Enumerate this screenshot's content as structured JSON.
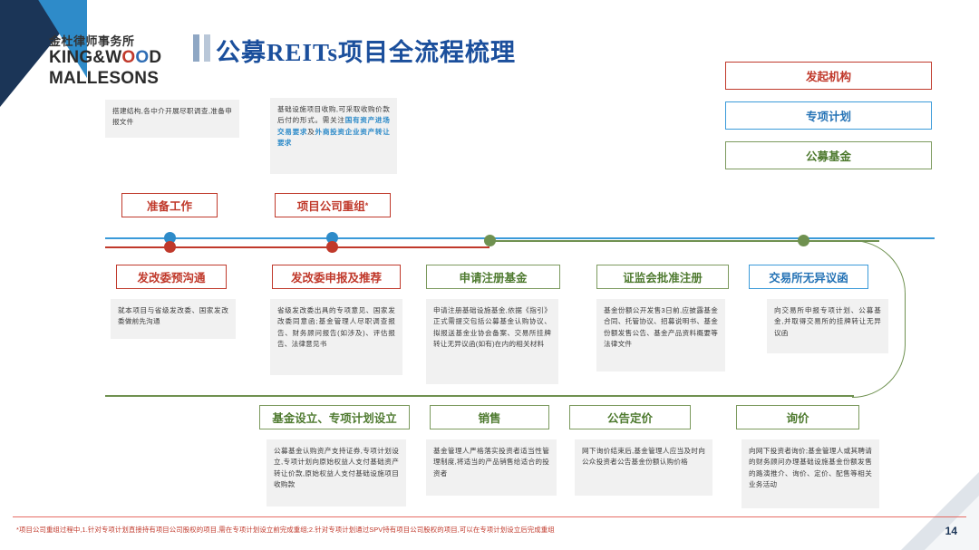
{
  "header": {
    "firm_name_cn": "金杜律师事务所",
    "firm_name_en_1": "KING&W",
    "firm_name_en_o1": "O",
    "firm_name_en_o2": "O",
    "firm_name_en_2": "D",
    "firm_name_en_line2": "MALLESONS",
    "title": "公募REITs项目全流程梳理",
    "title_color": "#1b4f9c"
  },
  "legend": {
    "items": [
      {
        "label": "发起机构",
        "color": "#c0392b",
        "role": "originator"
      },
      {
        "label": "专项计划",
        "color": "#3a9ad9",
        "role": "abs-plan"
      },
      {
        "label": "公募基金",
        "color": "#7c9a5e",
        "role": "public-fund"
      }
    ]
  },
  "top_notes": [
    {
      "name": "preparation-note",
      "text": "搭建结构,各中介开展尽职调查,准备申报文件"
    },
    {
      "name": "restructuring-note",
      "plain_1": "基础设施项目收购,可采取收购价款后付的形式。",
      "plain_2": "需关注",
      "highlight_1": "国有资产进场交易要求",
      "plain_3": "及",
      "highlight_2": "外商投资企业资产转让要求",
      "plain_4": ""
    }
  ],
  "upper_nodes": [
    {
      "label": "准备工作",
      "color": "red"
    },
    {
      "label": "项目公司重组",
      "color": "red",
      "asterisk": "*"
    }
  ],
  "main_stages": [
    {
      "name": "ndrc-pre-communication",
      "label": "发改委预沟通",
      "color": "red",
      "desc": "就本项目与省级发改委、国家发改委做前先沟通"
    },
    {
      "name": "ndrc-filing-recommendation",
      "label": "发改委申报及推荐",
      "color": "red",
      "desc": "省级发改委出具的专项意见、国家发改委同意函;基金管理人尽职调查报告、财务顾问报告(如涉及)、评估报告、法律意见书"
    },
    {
      "name": "fund-registration-application",
      "label": "申请注册基金",
      "color": "green",
      "desc": "申请注册基础设施基金,依据《指引》正式需提交包括公募基金认购协议、拟报送基金业协会备案、交易所挂牌转让无异议函(如有)在内的相关材料"
    },
    {
      "name": "csrc-registration-approval",
      "label": "证监会批准注册",
      "color": "green",
      "desc": "基金份额公开发售3日前,应披露基金合同、托管协议、招募说明书、基金份额发售公告、基金产品资料概要等法律文件"
    },
    {
      "name": "exchange-no-objection-letter",
      "label": "交易所无异议函",
      "color": "blue",
      "desc": "向交易所申报专项计划、公募基金,并取得交易所的挂牌转让无异议函"
    }
  ],
  "bottom_stages": [
    {
      "name": "fund-and-plan-establishment",
      "label": "基金设立、专项计划设立",
      "color": "green",
      "desc": "公募基金认购资产支持证券,专项计划设立,专项计划向原始权益人支付基础资产转让价款,原始权益人支付基础设施项目收购款"
    },
    {
      "name": "sales",
      "label": "销售",
      "color": "green",
      "desc": "基金管理人严格落实投资者适当性管理制度,将适当的产品销售给适合的投资者"
    },
    {
      "name": "price-announcement",
      "label": "公告定价",
      "color": "green",
      "desc": "网下询价结束后,基金管理人应当及时向公众投资者公告基金份额认购价格"
    },
    {
      "name": "book-building",
      "label": "询价",
      "color": "green",
      "desc": "向网下投资者询价;基金管理人或其聘请的财务顾问办理基础设施基金份额发售的路演推介、询价、定价、配售等相关业务活动"
    }
  ],
  "footer": {
    "footnote": "*项目公司重组过程中,1.针对专项计划直接持有项目公司股权的项目,需在专项计划设立前完成重组;2.针对专项计划通过SPV持有项目公司股权的项目,可以在专项计划设立后完成重组",
    "page_number": "14"
  }
}
